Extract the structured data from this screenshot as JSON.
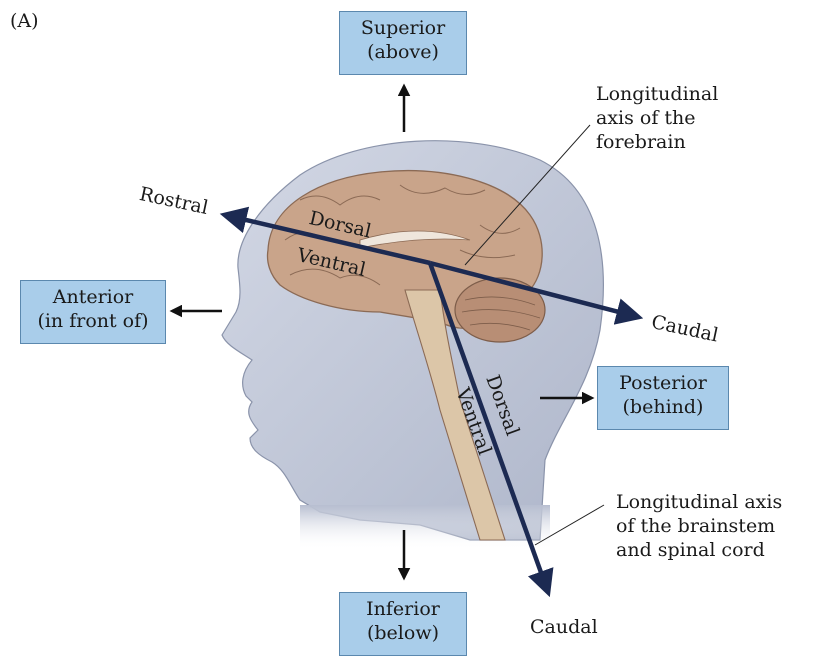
{
  "panel_label": "(A)",
  "boxes": {
    "superior": {
      "line1": "Superior",
      "line2": "(above)"
    },
    "anterior": {
      "line1": "Anterior",
      "line2": "(in front of)"
    },
    "posterior": {
      "line1": "Posterior",
      "line2": "(behind)"
    },
    "inferior": {
      "line1": "Inferior",
      "line2": "(below)"
    }
  },
  "axis_labels": {
    "rostral": "Rostral",
    "caudal_forebrain": "Caudal",
    "caudal_brainstem": "Caudal",
    "dorsal_forebrain": "Dorsal",
    "ventral_forebrain": "Ventral",
    "dorsal_brainstem": "Dorsal",
    "ventral_brainstem": "Ventral"
  },
  "callouts": {
    "forebrain": {
      "line1": "Longitudinal",
      "line2": "axis of the",
      "line3": "forebrain"
    },
    "brainstem": {
      "line1": "Longitudinal axis",
      "line2": "of the brainstem",
      "line3": "and spinal cord"
    }
  },
  "colors": {
    "box_fill": "#a9cdea",
    "axis": "#1c2a52",
    "head_fill": "#c4cad9",
    "brain": "#c9a48a"
  }
}
